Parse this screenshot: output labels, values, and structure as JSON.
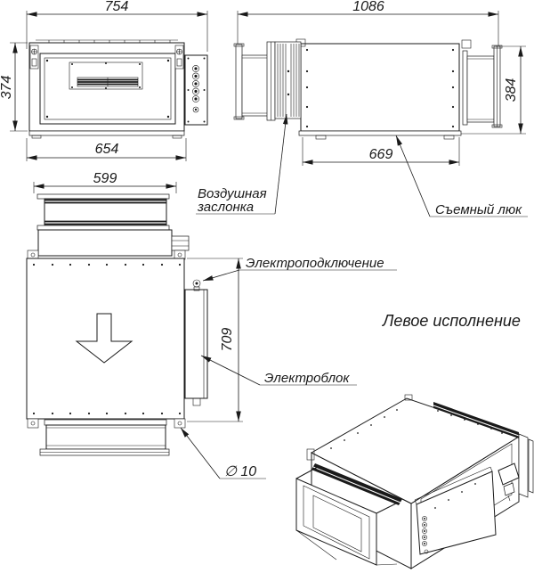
{
  "drawing": {
    "background": "#ffffff",
    "line_color": "#1a1a1a",
    "views": {
      "front": {
        "dim_width_overall": "754",
        "dim_height": "374",
        "dim_width_base": "654"
      },
      "side": {
        "dim_length_overall": "1086",
        "dim_height": "384",
        "dim_length_base": "669"
      },
      "end": {
        "dim_width_top": "599",
        "dim_height_right": "709",
        "hole_diameter": "∅ 10"
      }
    },
    "callouts": {
      "air_damper": {
        "line1": "Воздушная",
        "line2": "заслонка"
      },
      "removable_hatch": "Съемный люк",
      "electrical_connection": "Электроподключение",
      "electrical_box": "Электроблок",
      "left_version": "Левое исполнение"
    }
  }
}
